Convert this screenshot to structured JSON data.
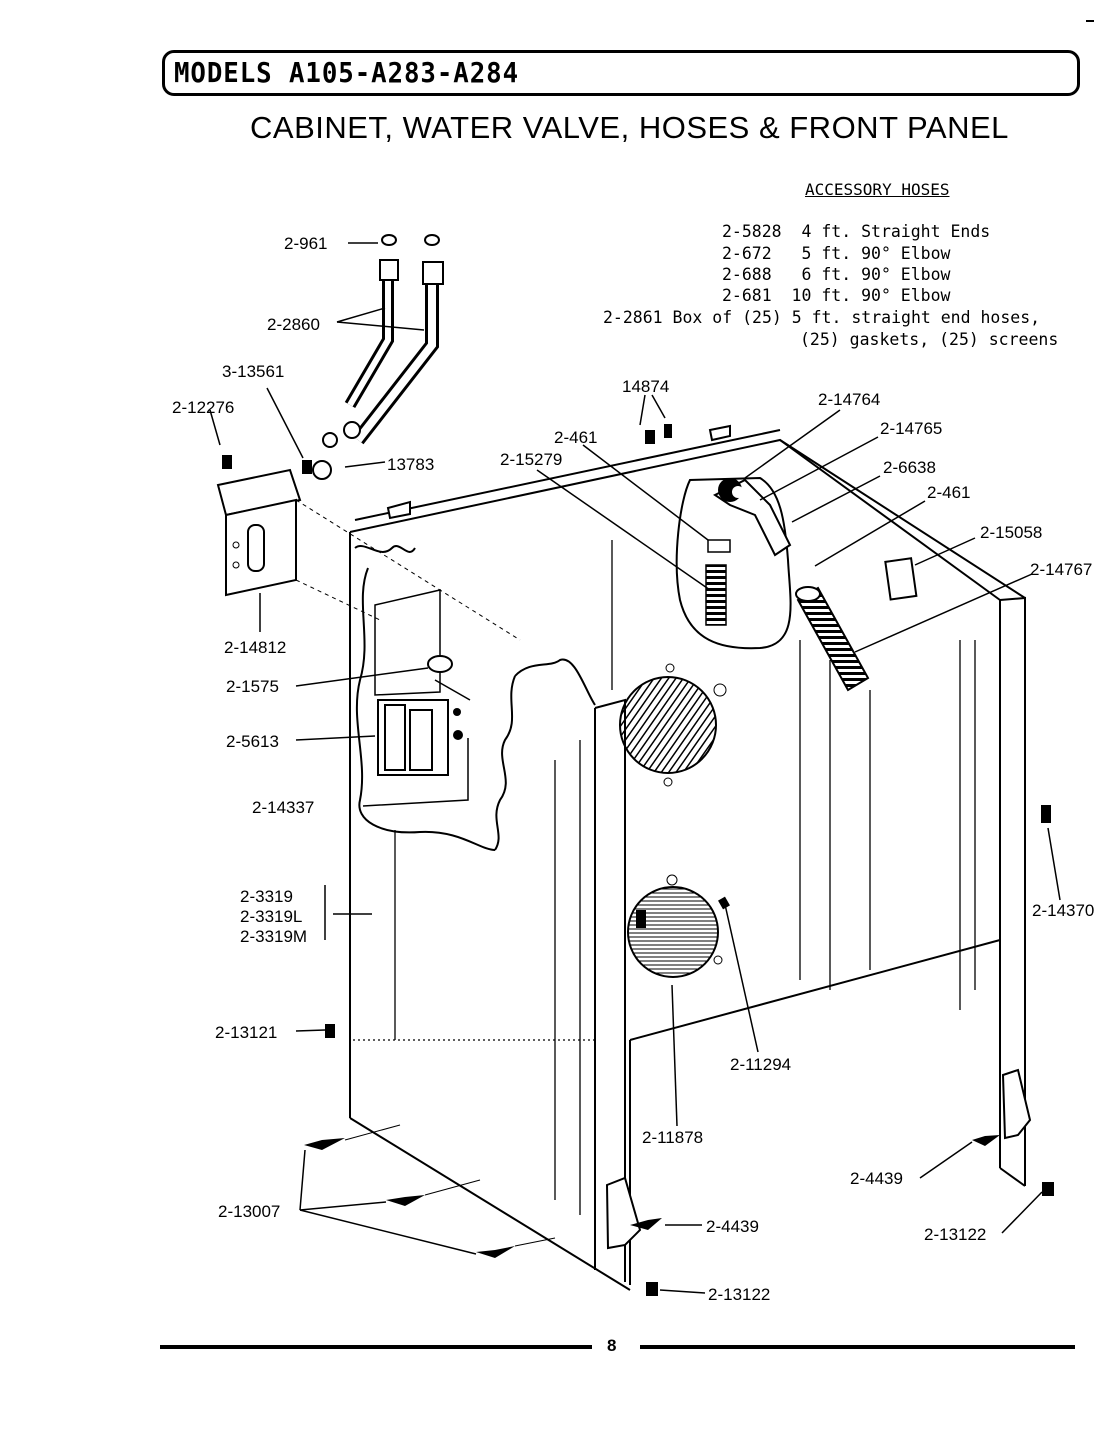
{
  "header": {
    "models": "MODELS A105-A283-A284",
    "subtitle": "CABINET, WATER VALVE, HOSES & FRONT PANEL"
  },
  "accessory_hoses": {
    "title": "ACCESSORY HOSES",
    "lines": [
      "2-5828  4 ft. Straight Ends",
      "2-672   5 ft. 90° Elbow",
      "2-688   6 ft. 90° Elbow",
      "2-681  10 ft. 90° Elbow",
      "2-2861 Box of (25) 5 ft. straight end hoses,",
      "(25) gaskets, (25) screens"
    ]
  },
  "part_labels": {
    "p2_961": "2-961",
    "p2_2860": "2-2860",
    "p3_13561": "3-13561",
    "p2_12276": "2-12276",
    "p13783": "13783",
    "p14874": "14874",
    "p2_14764": "2-14764",
    "p2_14765": "2-14765",
    "p2_461_a": "2-461",
    "p2_15279": "2-15279",
    "p2_6638": "2-6638",
    "p2_461_b": "2-461",
    "p2_15058": "2-15058",
    "p2_14767": "2-14767",
    "p2_14812": "2-14812",
    "p2_1575": "2-1575",
    "p2_5613": "2-5613",
    "p2_14337": "2-14337",
    "p2_3319": "2-3319",
    "p2_3319l": "2-3319L",
    "p2_3319m": "2-3319M",
    "p2_14370": "2-14370",
    "p2_13121": "2-13121",
    "p2_11294": "2-11294",
    "p2_11878": "2-11878",
    "p2_4439_a": "2-4439",
    "p2_13122_a": "2-13122",
    "p2_13007": "2-13007",
    "p2_4439_b": "2-4439",
    "p2_13122_b": "2-13122"
  },
  "footer": {
    "page_number": "8"
  }
}
